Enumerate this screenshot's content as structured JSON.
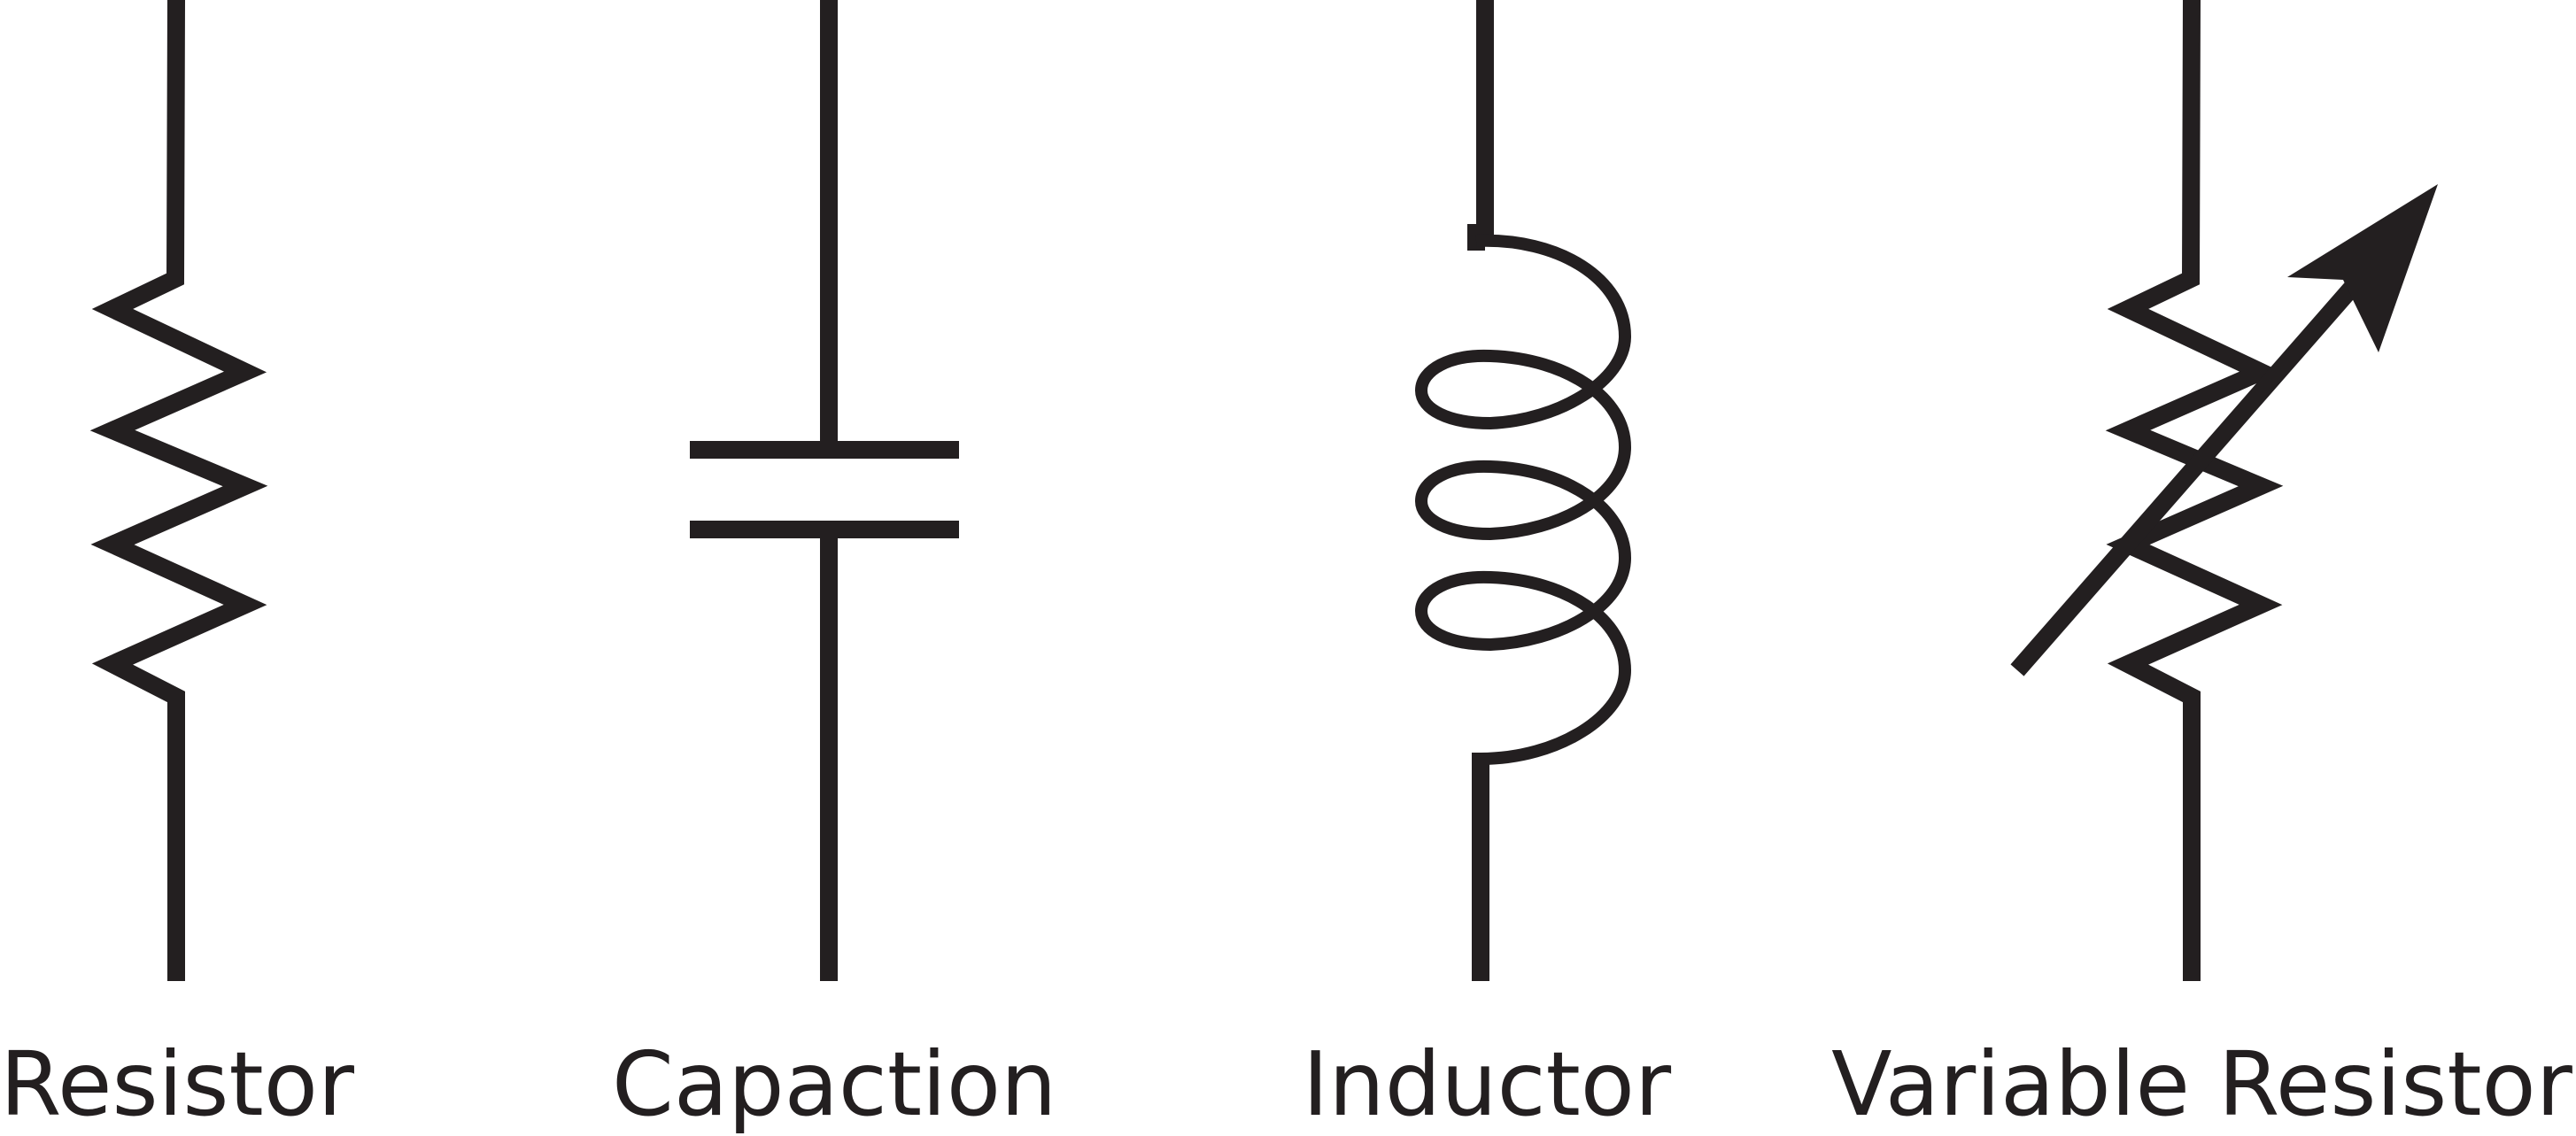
{
  "symbols": [
    {
      "id": "resistor",
      "label": "Resistor",
      "icon": "resistor-symbol"
    },
    {
      "id": "capacitor",
      "label": "Capaction",
      "icon": "capacitor-symbol"
    },
    {
      "id": "inductor",
      "label": "Inductor",
      "icon": "inductor-symbol"
    },
    {
      "id": "variable-resistor",
      "label": "Variable Resistor",
      "icon": "variable-resistor-symbol"
    }
  ],
  "colors": {
    "stroke": "#231f20",
    "background": "#ffffff"
  }
}
